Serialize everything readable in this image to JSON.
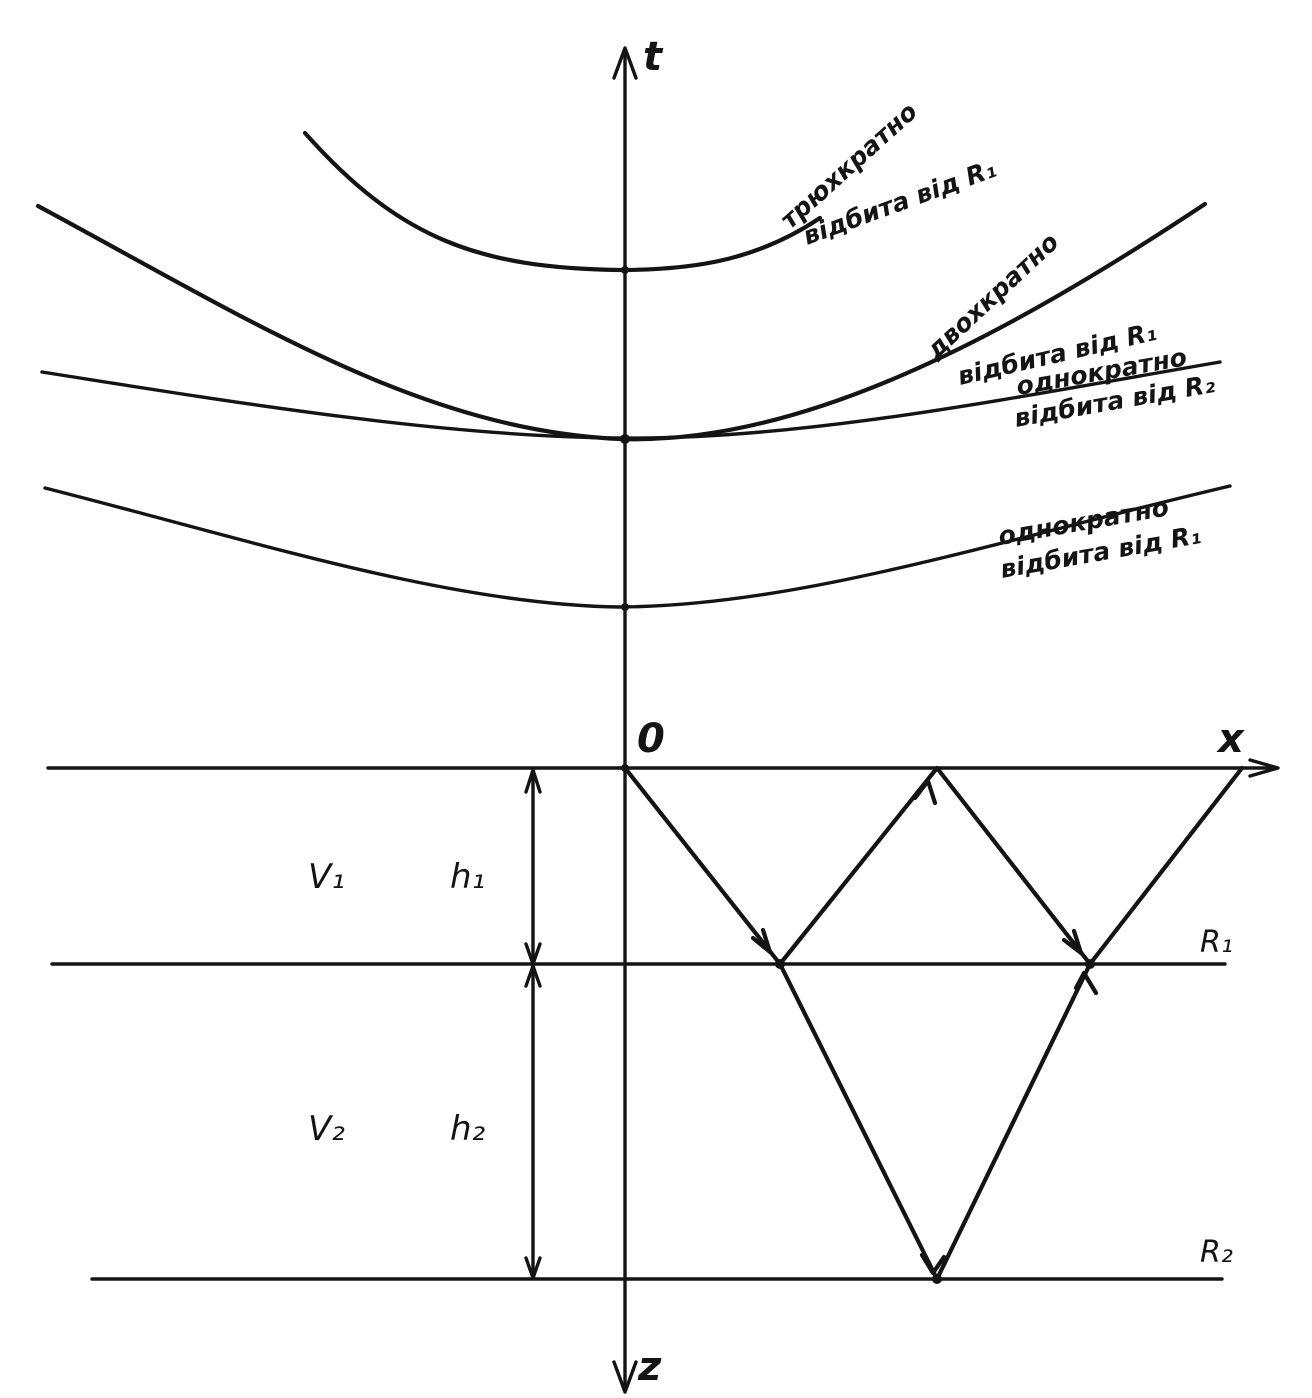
{
  "axes": {
    "t_label": "t",
    "x_label": "x",
    "z_label": "z",
    "origin_label": "0"
  },
  "layers": {
    "v1": "V₁",
    "v2": "V₂",
    "h1": "h₁",
    "h2": "h₂"
  },
  "boundaries": {
    "r1": "R₁",
    "r2": "R₂"
  },
  "curves": {
    "triple_r1": {
      "line1": "трюхкратно",
      "line2": "відбита від R₁"
    },
    "double_r1": {
      "line1": "двохкратно",
      "line2": "відбита від R₁"
    },
    "single_r2": {
      "line1": "однократно",
      "line2": "відбита від R₂"
    },
    "single_r1": {
      "line1": "однократно",
      "line2": "відбита від R₁"
    }
  }
}
